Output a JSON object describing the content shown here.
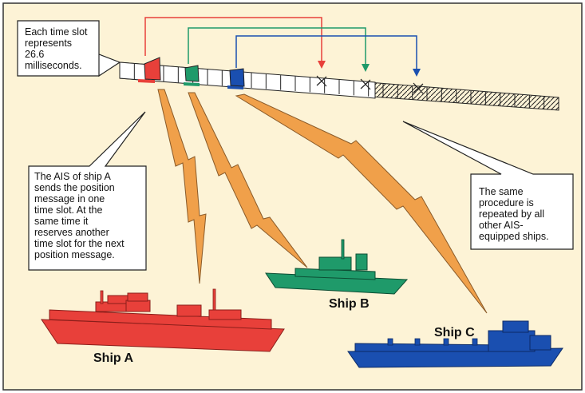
{
  "callouts": {
    "time_slot": [
      "Each time slot",
      "represents",
      "26.6",
      "milliseconds."
    ],
    "ship_a": [
      "The AIS of ship A",
      "sends the position",
      "message in one",
      "time slot. At the",
      "same time it",
      "reserves another",
      "time slot for the next",
      "position message."
    ],
    "same_procedure": [
      "The same",
      "procedure is",
      "repeated by all",
      "other AIS-",
      "equipped ships."
    ]
  },
  "ships": {
    "a": {
      "label": "Ship A",
      "color": "#e8403a"
    },
    "b": {
      "label": "Ship B",
      "color": "#1f9a6a"
    },
    "c": {
      "label": "Ship C",
      "color": "#1a4fb0"
    }
  },
  "colors": {
    "background": "#fdf3d6",
    "lightning": "#f0a04a",
    "red": "#e8403a",
    "green": "#1f9a6a",
    "blue": "#1a4fb0"
  },
  "icons": [
    "lightning-bolt",
    "reserved-slot-x",
    "arrow-down"
  ]
}
